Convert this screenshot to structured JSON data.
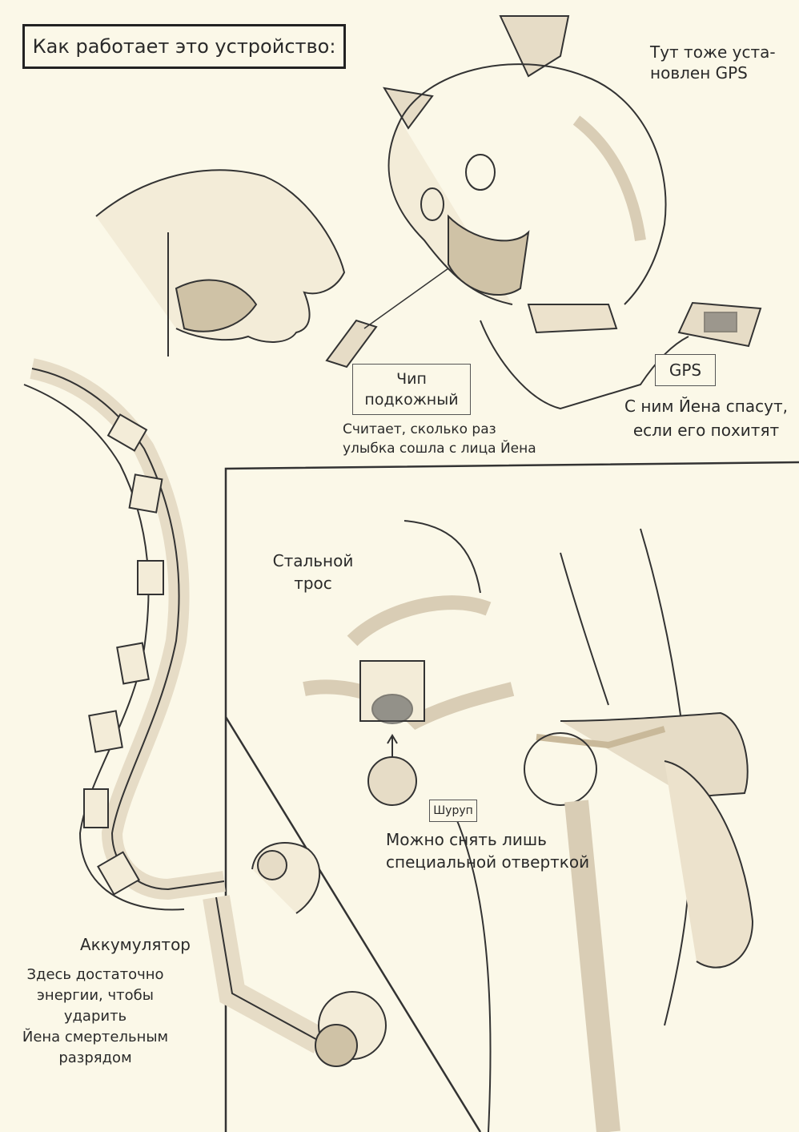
{
  "title": "Как работает это устройство:",
  "ear_note": "Тут тоже уста-\nновлен GPS",
  "chip_label": "Чип\nподкожный",
  "chip_note": "Считает, сколько раз\nулыбка сошла с лица Йена",
  "gps_label": "GPS",
  "gps_note": "С ним Йена спасут,\nесли его похитят",
  "cable_label": "Стальной\nтрос",
  "screw_label": "Шуруп",
  "screw_note": "Можно снять лишь\nспециальной отверткой",
  "battery_label": "Аккумулятор",
  "battery_note": "Здесь достаточно\nэнергии, чтобы\nударить\nЙена смертельным\nразрядом",
  "colors": {
    "paper": "#fbf8e8",
    "ink": "#2a2a2a",
    "shade": "#d9cdb5"
  }
}
